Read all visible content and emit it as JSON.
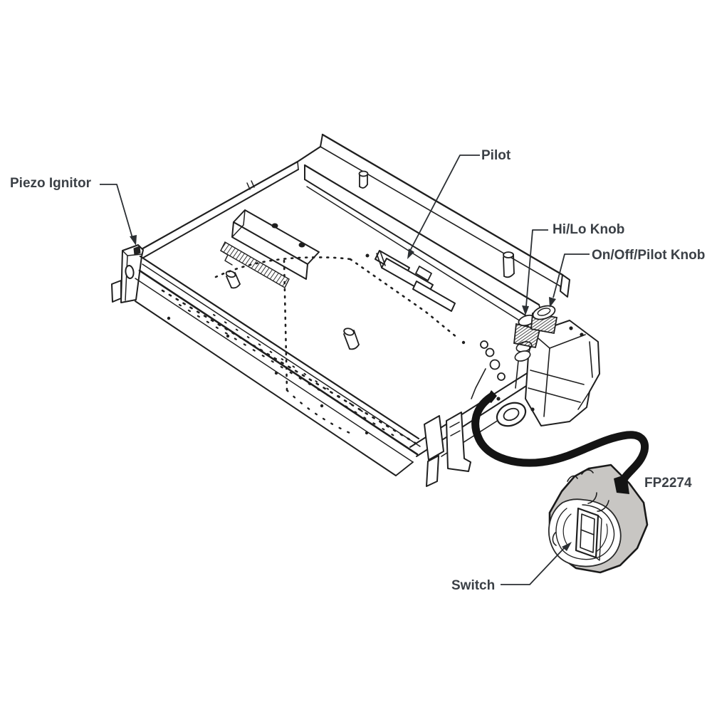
{
  "diagram": {
    "kind": "exploded-parts-line-drawing",
    "labels": {
      "piezo": "Piezo Ignitor",
      "pilot": "Pilot",
      "hilo": "Hi/Lo Knob",
      "onoff": "On/Off/Pilot Knob",
      "part_number": "FP2274",
      "switch": "Switch"
    },
    "parts": [
      {
        "label": "Piezo Ignitor",
        "target": "piezo-ignitor-button"
      },
      {
        "label": "Pilot",
        "target": "pilot-assembly"
      },
      {
        "label": "Hi/Lo Knob",
        "target": "hi-lo-knob"
      },
      {
        "label": "On/Off/Pilot Knob",
        "target": "on-off-pilot-knob"
      },
      {
        "label": "FP2274",
        "target": "switch-cable"
      },
      {
        "label": "Switch",
        "target": "rocker-switch"
      }
    ],
    "colors": {
      "background": "#ffffff",
      "line": "#1f1f1f",
      "label_text": "#3b4046",
      "rock_fill": "#c8c6c3",
      "cable": "#141414"
    }
  }
}
